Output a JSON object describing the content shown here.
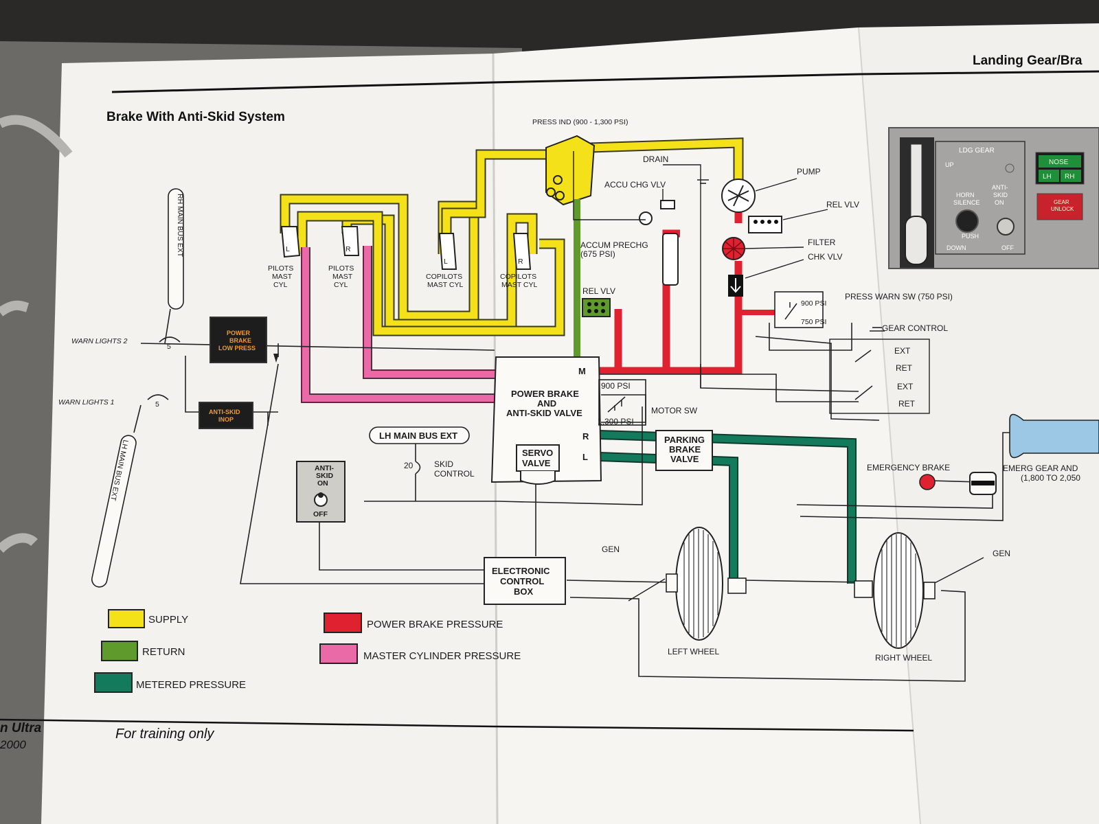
{
  "page": {
    "title": "Brake With Anti-Skid System",
    "header_right": "Landing Gear/Bra",
    "footer_left_model": "n Ultra",
    "footer_left_year": "2000",
    "footer_note": "For training only"
  },
  "colors": {
    "supply": "#f4e11a",
    "return": "#5f9a2c",
    "metered": "#147a5c",
    "power_brake": "#e0212f",
    "master_cylinder": "#ea6aa8"
  },
  "labels": {
    "press_ind": "PRESS IND (900 - 1,300 PSI)",
    "drain": "DRAIN",
    "pump": "PUMP",
    "accu_chg_vlv": "ACCU CHG VLV",
    "rel_vlv_top": "REL VLV",
    "filter": "FILTER",
    "chk_vlv": "CHK VLV",
    "accum_prechg_1": "ACCUM PRECHG",
    "accum_prechg_2": "(675 PSI)",
    "rel_vlv_mid": "REL VLV",
    "press_warn_sw": "PRESS WARN SW (750 PSI)",
    "sw_900": "900 PSI",
    "sw_750": "750 PSI",
    "gear_control": "GEAR CONTROL",
    "ext1": "EXT",
    "ret1": "RET",
    "ext2": "EXT",
    "ret2": "RET",
    "motor_sw": "MOTOR SW",
    "motor_900": "900 PSI",
    "motor_1300": "1,300 PSI",
    "pilots_l": "L",
    "pilots_r": "R",
    "pilots_mast_cyl_1": [
      "PILOTS",
      "MAST",
      "CYL"
    ],
    "pilots_mast_cyl_2": [
      "PILOTS",
      "MAST",
      "CYL"
    ],
    "copilots_l": "L",
    "copilots_r": "R",
    "copilots_mast_cyl_1": [
      "COPILOTS",
      "MAST CYL"
    ],
    "copilots_mast_cyl_2": [
      "COPILOTS",
      "MAST CYL"
    ],
    "power_brake_valve": [
      "POWER BRAKE",
      "AND",
      "ANTI-SKID VALVE"
    ],
    "m": "M",
    "r": "R",
    "l": "L",
    "servo_valve": [
      "SERVO",
      "VALVE"
    ],
    "parking_brake_valve": [
      "PARKING",
      "BRAKE",
      "VALVE"
    ],
    "electronic_control_box": [
      "ELECTRONIC",
      "CONTROL",
      "BOX"
    ],
    "rh_main_bus_ext": "RH MAIN BUS EXT",
    "lh_main_bus_ext_vertical": "LH MAIN BUS EXT",
    "lh_main_bus_ext_box": "LH MAIN BUS EXT",
    "warn_lights_2": "WARN LIGHTS 2",
    "warn_lights_1": "WARN LIGHTS 1",
    "cb_5a": "5",
    "cb_5b": "5",
    "cb_20": "20",
    "skid_control": [
      "SKID",
      "CONTROL"
    ],
    "annun_power_brake": [
      "POWER",
      "BRAKE",
      "LOW PRESS"
    ],
    "annun_anti_skid": [
      "ANTI-SKID",
      "INOP"
    ],
    "anti_skid_switch": [
      "ANTI-",
      "SKID",
      "ON"
    ],
    "anti_skid_off": "OFF",
    "gen_left": "GEN",
    "gen_right": "GEN",
    "left_wheel": "LEFT WHEEL",
    "right_wheel": "RIGHT WHEEL",
    "emergency_brake": "EMERGENCY BRAKE",
    "emerg_gear_1": "EMERG GEAR AND",
    "emerg_gear_2": "(1,800 TO 2,050"
  },
  "panel": {
    "ldg_gear": "LDG GEAR",
    "up": "UP",
    "down": "DOWN",
    "horn_silence": [
      "HORN",
      "SILENCE"
    ],
    "push": "PUSH",
    "anti_skid_on": [
      "ANTI-",
      "SKID",
      "ON"
    ],
    "off": "OFF",
    "nose": "NOSE",
    "lh": "LH",
    "rh": "RH",
    "gear_unlock": [
      "GEAR",
      "UNLOCK"
    ]
  },
  "legend": [
    {
      "label": "SUPPLY",
      "color": "#f4e11a"
    },
    {
      "label": "RETURN",
      "color": "#5f9a2c"
    },
    {
      "label": "METERED PRESSURE",
      "color": "#147a5c"
    },
    {
      "label": "POWER BRAKE PRESSURE",
      "color": "#e0212f"
    },
    {
      "label": "MASTER CYLINDER PRESSURE",
      "color": "#ea6aa8"
    }
  ]
}
